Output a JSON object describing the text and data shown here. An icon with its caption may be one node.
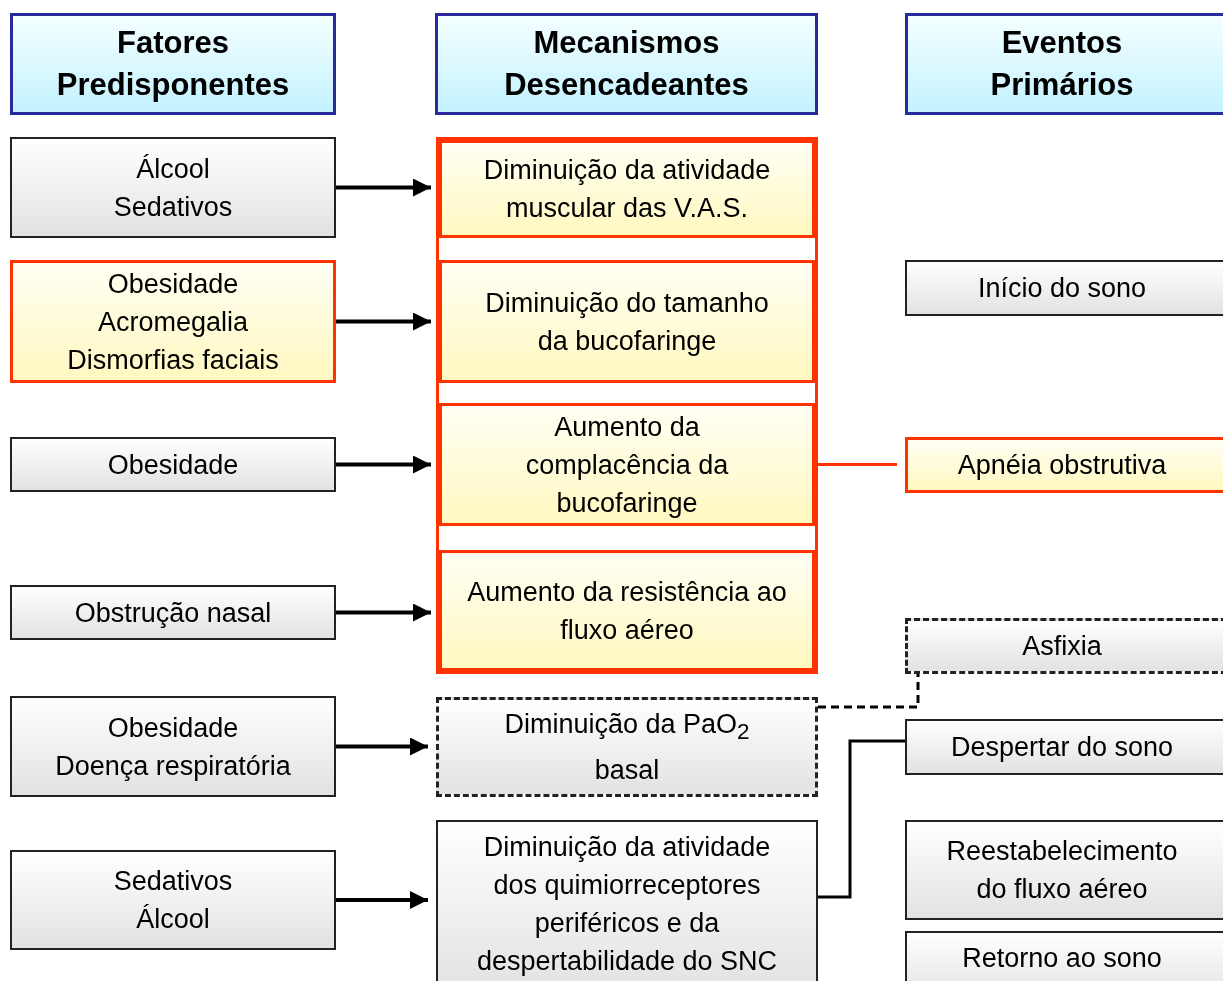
{
  "diagram": {
    "nodes": [
      {
        "text": [
          "Fatores Predisponentes"
        ]
      },
      {
        "text": [
          "Mecanismos Desencadeantes"
        ]
      },
      {
        "text": [
          "Eventos Primários"
        ]
      },
      {
        "text": [
          "Álcool Sedativos"
        ]
      },
      {
        "text": [
          "Obesidade Acromegalia Dismorfias faciais"
        ]
      },
      {
        "text": [
          "Obesidade"
        ]
      },
      {
        "text": [
          "Obstrução nasal"
        ]
      },
      {
        "text": [
          "Obesidade Doença respiratória"
        ]
      },
      {
        "text": [
          "Sedativos Álcool"
        ]
      },
      {
        "text": [],
        "shape": "box"
      },
      {
        "text": [
          "Diminuição da atividade muscular das V.A.S."
        ],
        "in": 9
      },
      {
        "text": [
          "Diminuição do tamanho da bucofaringe"
        ],
        "in": 9
      },
      {
        "text": [
          "Aumento da complacência da bucofaringe"
        ],
        "in": 9
      },
      {
        "text": [
          "Aumento da resistência ao fluxo aéreo"
        ],
        "in": 9
      },
      {
        "text": [
          "Diminuição da PaO$_{2}$ basal"
        ]
      },
      {
        "text": [
          "Diminuição da atividade dos quimiorreceptores periféricos e da despertabilidade do SNC"
        ]
      },
      {
        "text": [
          "Início do sono"
        ]
      },
      {
        "text": [
          "Apnéia obstrutiva"
        ]
      },
      {
        "text": [
          "Asfixia"
        ]
      },
      {
        "text": [
          "Despertar do sono"
        ]
      },
      {
        "text": [
          "Reestabelecimento do fluxo aéreo"
        ]
      },
      {
        "text": [
          "Retorno ao sono"
        ]
      }
    ],
    "edges": [
      {
        "from": 3,
        "to": 10,
        "arrow": "to"
      },
      {
        "from": 4,
        "to": 11,
        "arrow": "to"
      },
      {
        "from": 5,
        "to": 12,
        "arrow": "to"
      },
      {
        "from": 6,
        "to": 13,
        "arrow": "to"
      },
      {
        "from": 7,
        "to": 14,
        "arrow": "to"
      },
      {
        "from": 8,
        "to": 15,
        "arrow": "to"
      },
      {
        "from": 12,
        "to": 17,
        "arrow": "none",
        "color": "#ff3300"
      },
      {
        "from": 14,
        "to": 18,
        "arrow": "none",
        "style": "dashed"
      },
      {
        "from": 15,
        "to": 19,
        "arrow": "none"
      }
    ]
  }
}
